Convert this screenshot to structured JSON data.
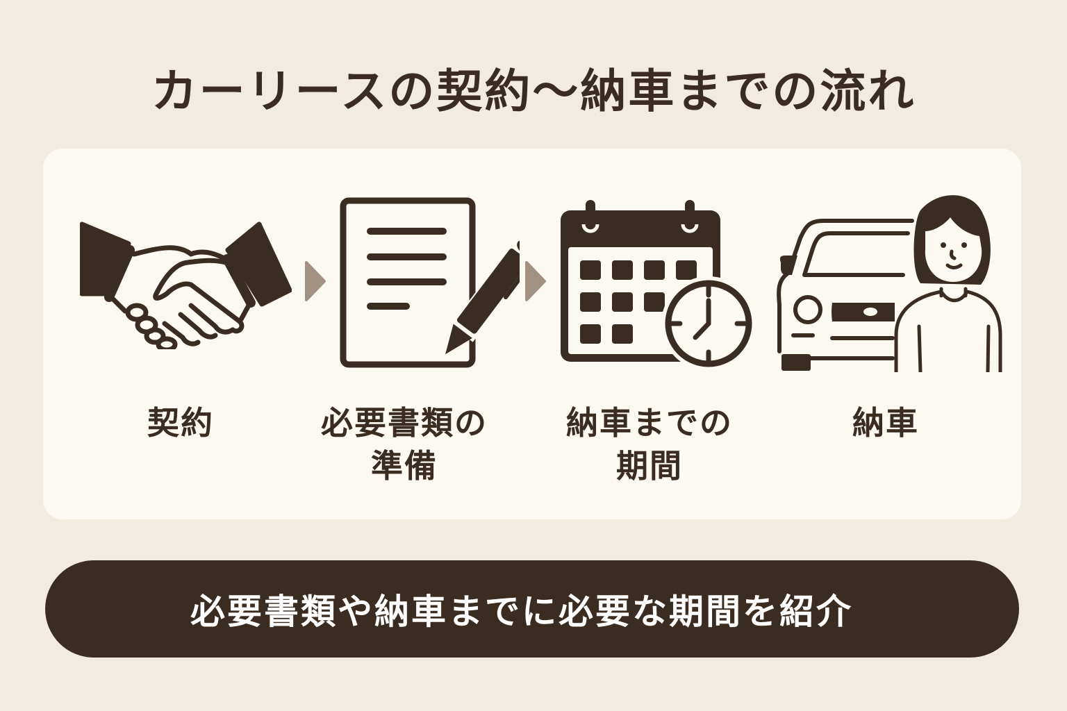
{
  "header": {
    "title": "カーリースの契約〜納車までの流れ"
  },
  "colors": {
    "background": "#f2ebdf",
    "card": "#fcf9f2",
    "primary": "#3b2c22",
    "arrow": "#a39282",
    "pill_text": "#ffffff"
  },
  "steps": [
    {
      "icon": "handshake-icon",
      "label_line1": "契約",
      "label_line2": ""
    },
    {
      "icon": "document-pen-icon",
      "label_line1": "必要書類の",
      "label_line2": "準備"
    },
    {
      "icon": "calendar-clock-icon",
      "label_line1": "納車までの",
      "label_line2": "期間"
    },
    {
      "icon": "car-person-icon",
      "label_line1": "納車",
      "label_line2": ""
    }
  ],
  "arrows": [
    "arrow-right-icon",
    "arrow-right-icon"
  ],
  "footer": {
    "banner_text": "必要書類や納車までに必要な期間を紹介"
  }
}
